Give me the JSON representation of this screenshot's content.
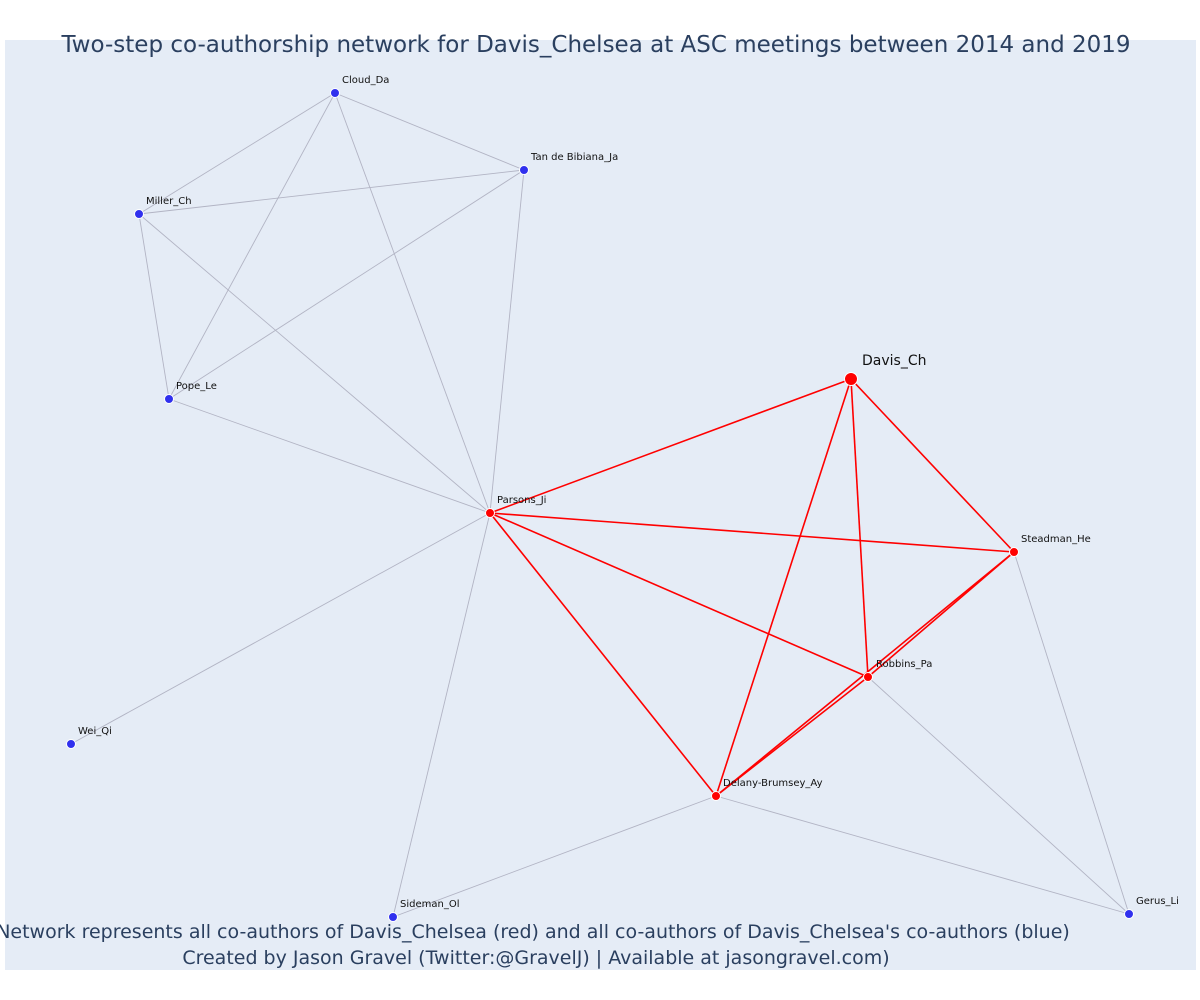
{
  "title": "Two-step co-authorship network for Davis_Chelsea at ASC meetings between 2014 and 2019",
  "caption": {
    "line1": "Network represents all co-authors of Davis_Chelsea (red) and all co-authors of Davis_Chelsea's co-authors (blue)",
    "line2": "Created by Jason Gravel (Twitter:@GravelJ) | Available at jasongravel.com)"
  },
  "colors": {
    "plot_bg": "#e5ecf6",
    "red": "#ff0000",
    "blue": "#3030ee",
    "gray_edge": "#b2b4c4",
    "text": "#2a3f5f"
  },
  "nodes": [
    {
      "id": "Davis_Ch",
      "label": "Davis_Ch",
      "group": "focus"
    },
    {
      "id": "Parsons_Ji",
      "label": "Parsons_Ji",
      "group": "red"
    },
    {
      "id": "Steadman_He",
      "label": "Steadman_He",
      "group": "red"
    },
    {
      "id": "Robbins_Pa",
      "label": "Robbins_Pa",
      "group": "red"
    },
    {
      "id": "Delany-Brumsey_Ay",
      "label": "Delany-Brumsey_Ay",
      "group": "red"
    },
    {
      "id": "Cloud_Da",
      "label": "Cloud_Da",
      "group": "blue"
    },
    {
      "id": "Tan de Bibiana_Ja",
      "label": "Tan de Bibiana_Ja",
      "group": "blue"
    },
    {
      "id": "Miller_Ch",
      "label": "Miller_Ch",
      "group": "blue"
    },
    {
      "id": "Pope_Le",
      "label": "Pope_Le",
      "group": "blue"
    },
    {
      "id": "Wei_Qi",
      "label": "Wei_Qi",
      "group": "blue"
    },
    {
      "id": "Sideman_Ol",
      "label": "Sideman_Ol",
      "group": "blue"
    },
    {
      "id": "Gerus_Li",
      "label": "Gerus_Li",
      "group": "blue"
    }
  ],
  "edges": [
    {
      "source": "Davis_Ch",
      "target": "Parsons_Ji",
      "type": "red"
    },
    {
      "source": "Davis_Ch",
      "target": "Steadman_He",
      "type": "red"
    },
    {
      "source": "Davis_Ch",
      "target": "Robbins_Pa",
      "type": "red"
    },
    {
      "source": "Davis_Ch",
      "target": "Delany-Brumsey_Ay",
      "type": "red"
    },
    {
      "source": "Parsons_Ji",
      "target": "Steadman_He",
      "type": "red"
    },
    {
      "source": "Parsons_Ji",
      "target": "Robbins_Pa",
      "type": "red"
    },
    {
      "source": "Parsons_Ji",
      "target": "Delany-Brumsey_Ay",
      "type": "red"
    },
    {
      "source": "Steadman_He",
      "target": "Robbins_Pa",
      "type": "red"
    },
    {
      "source": "Steadman_He",
      "target": "Delany-Brumsey_Ay",
      "type": "red"
    },
    {
      "source": "Robbins_Pa",
      "target": "Delany-Brumsey_Ay",
      "type": "red"
    },
    {
      "source": "Cloud_Da",
      "target": "Tan de Bibiana_Ja",
      "type": "gray"
    },
    {
      "source": "Cloud_Da",
      "target": "Miller_Ch",
      "type": "gray"
    },
    {
      "source": "Cloud_Da",
      "target": "Pope_Le",
      "type": "gray"
    },
    {
      "source": "Cloud_Da",
      "target": "Parsons_Ji",
      "type": "gray"
    },
    {
      "source": "Miller_Ch",
      "target": "Tan de Bibiana_Ja",
      "type": "gray"
    },
    {
      "source": "Miller_Ch",
      "target": "Pope_Le",
      "type": "gray"
    },
    {
      "source": "Miller_Ch",
      "target": "Parsons_Ji",
      "type": "gray"
    },
    {
      "source": "Tan de Bibiana_Ja",
      "target": "Pope_Le",
      "type": "gray"
    },
    {
      "source": "Tan de Bibiana_Ja",
      "target": "Parsons_Ji",
      "type": "gray"
    },
    {
      "source": "Pope_Le",
      "target": "Parsons_Ji",
      "type": "gray"
    },
    {
      "source": "Parsons_Ji",
      "target": "Wei_Qi",
      "type": "gray"
    },
    {
      "source": "Parsons_Ji",
      "target": "Sideman_Ol",
      "type": "gray"
    },
    {
      "source": "Sideman_Ol",
      "target": "Delany-Brumsey_Ay",
      "type": "gray"
    },
    {
      "source": "Delany-Brumsey_Ay",
      "target": "Gerus_Li",
      "type": "gray"
    },
    {
      "source": "Robbins_Pa",
      "target": "Gerus_Li",
      "type": "gray"
    },
    {
      "source": "Steadman_He",
      "target": "Gerus_Li",
      "type": "gray"
    }
  ]
}
